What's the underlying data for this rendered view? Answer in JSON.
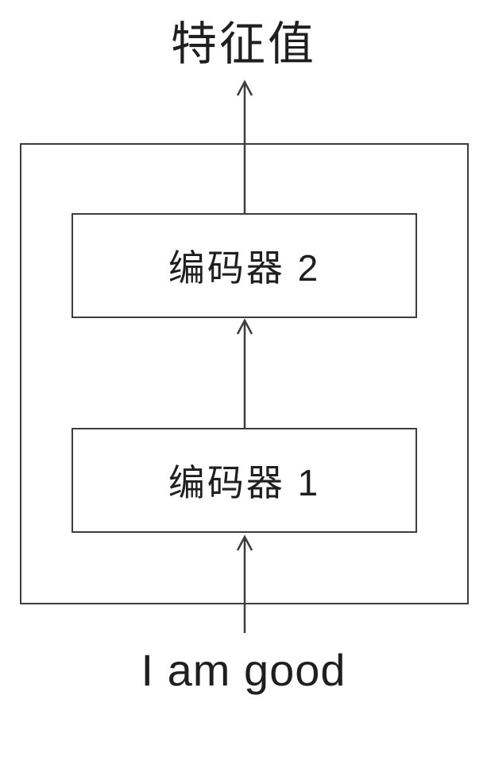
{
  "diagram": {
    "output_label": "特征值",
    "input_label": "I am good",
    "blocks": [
      {
        "label": "编码器 2"
      },
      {
        "label": "编码器 1"
      }
    ]
  }
}
